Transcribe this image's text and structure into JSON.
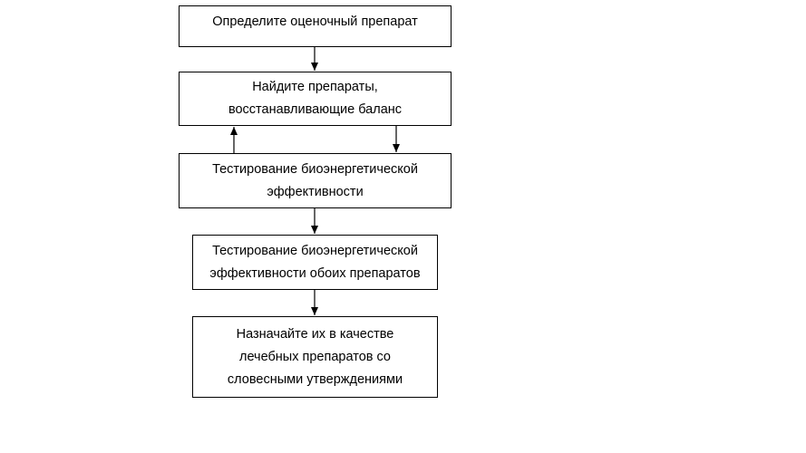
{
  "flowchart": {
    "steps": [
      {
        "lines": [
          "Определите оценочный препарат"
        ]
      },
      {
        "lines": [
          "Найдите препараты,",
          "восстанавливающие баланс"
        ]
      },
      {
        "lines": [
          "Тестирование биоэнергетической",
          "эффективности"
        ]
      },
      {
        "lines": [
          "Тестирование биоэнергетической",
          "эффективности обоих препаратов"
        ]
      },
      {
        "lines": [
          "Назначайте их в качестве",
          "лечебных препаратов со",
          "словесными утверждениями"
        ]
      }
    ],
    "connections": [
      {
        "from": 1,
        "to": 2
      },
      {
        "from": 3,
        "to": 2
      },
      {
        "from": 2,
        "to": 3
      },
      {
        "from": 3,
        "to": 4
      },
      {
        "from": 4,
        "to": 5
      }
    ]
  }
}
